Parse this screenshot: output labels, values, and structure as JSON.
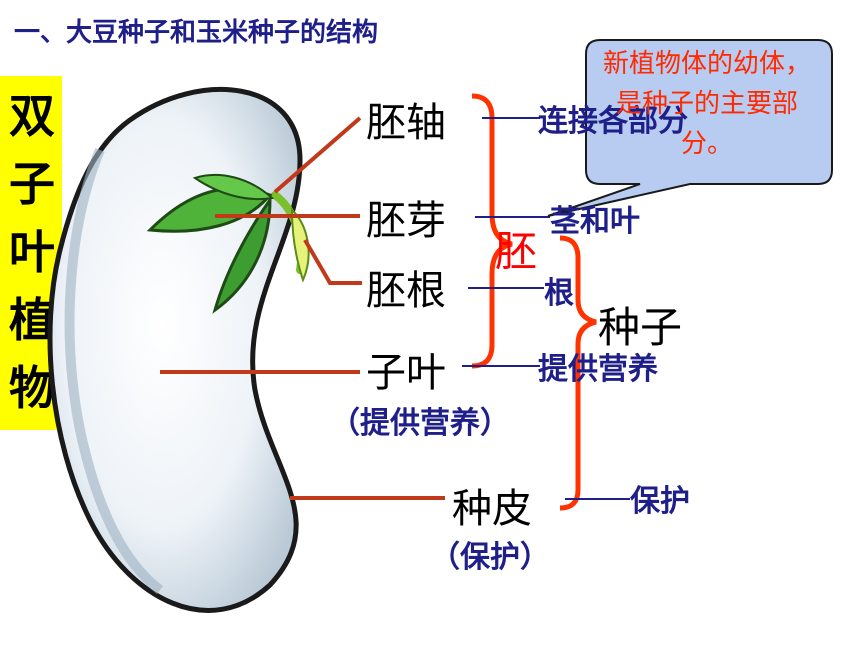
{
  "title": "一、大豆种子和玉米种子的结构",
  "side_label": [
    "双",
    "子",
    "叶",
    "植",
    "物"
  ],
  "parts": {
    "hypocotyl": "胚轴",
    "plumule": "胚芽",
    "radicle": "胚根",
    "cotyledon": "子叶",
    "seed_coat": "种皮"
  },
  "functions": {
    "hypocotyl": "连接各部分",
    "plumule": "茎和叶",
    "radicle": "根",
    "cotyledon": "提供营养",
    "seed_coat": "保护"
  },
  "parentheticals": {
    "cotyledon": "（提供营养）",
    "seed_coat": "（保护）"
  },
  "groups": {
    "embryo": "胚",
    "seed": "种子"
  },
  "callout": "新植物体的幼体，是种子的主要部分。",
  "colors": {
    "title": "#1f1f8a",
    "side_box": "#ffff00",
    "leader_line": "#c0391b",
    "bracket": "#ff3300",
    "embryo_label": "#ff0000",
    "callout_fill": "#b7ccf0",
    "callout_text": "#ff2a00"
  }
}
